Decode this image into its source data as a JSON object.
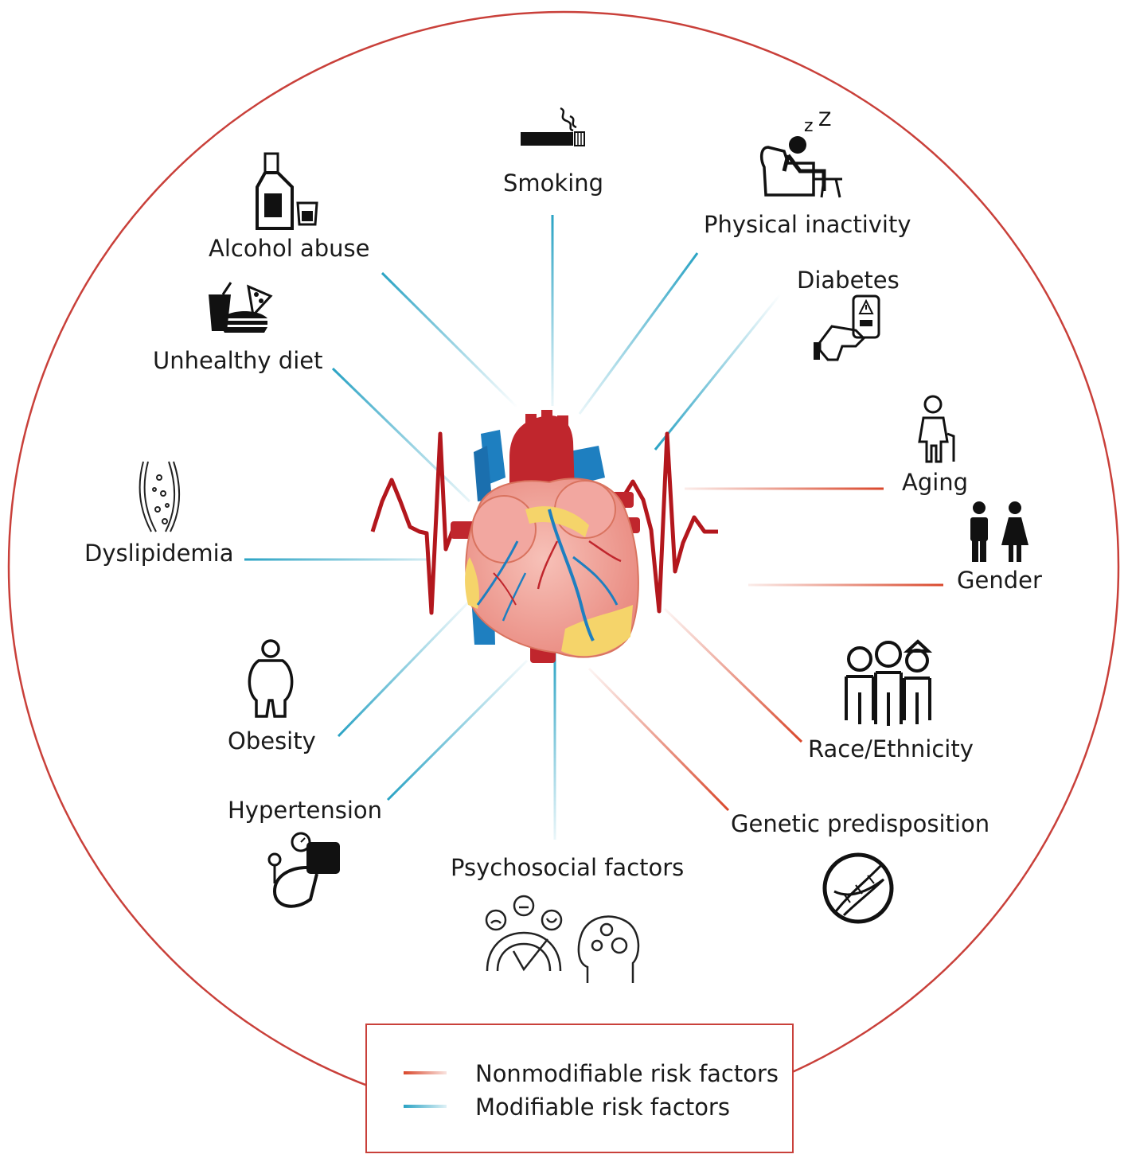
{
  "colors": {
    "modifiable": "#2aa3c4",
    "nonmodifiable": "#d9472b",
    "circle": "#c9403a",
    "heart_red": "#c0262d",
    "heart_blue": "#1e7fc0",
    "heart_pink": "#f2a7a0",
    "heart_fat": "#f5d46a",
    "ekg": "#b3171d"
  },
  "factors": {
    "smoking": {
      "label": "Smoking",
      "icon": "cigarette-icon",
      "type": "modifiable"
    },
    "physical_inactivity": {
      "label": "Physical inactivity",
      "icon": "sleeping-in-armchair-icon",
      "type": "modifiable"
    },
    "alcohol_abuse": {
      "label": "Alcohol abuse",
      "icon": "bottle-and-glass-icon",
      "type": "modifiable"
    },
    "diabetes": {
      "label": "Diabetes",
      "icon": "glucose-meter-icon",
      "type": "modifiable"
    },
    "unhealthy_diet": {
      "label": "Unhealthy diet",
      "icon": "fast-food-icon",
      "type": "modifiable"
    },
    "aging": {
      "label": "Aging",
      "icon": "elderly-person-icon",
      "type": "nonmodifiable"
    },
    "gender": {
      "label": "Gender",
      "icon": "male-female-icon",
      "type": "nonmodifiable"
    },
    "dyslipidemia": {
      "label": "Dyslipidemia",
      "icon": "blood-vessel-plaque-icon",
      "type": "modifiable"
    },
    "obesity": {
      "label": "Obesity",
      "icon": "obese-person-icon",
      "type": "modifiable"
    },
    "race_ethnicity": {
      "label": "Race/Ethnicity",
      "icon": "diverse-people-icon",
      "type": "nonmodifiable"
    },
    "hypertension": {
      "label": "Hypertension",
      "icon": "blood-pressure-cuff-icon",
      "type": "modifiable"
    },
    "genetic_predisposition": {
      "label": "Genetic predisposition",
      "icon": "dna-icon",
      "type": "nonmodifiable"
    },
    "psychosocial_factors": {
      "label": "Psychosocial factors",
      "icon": "mood-meter-and-mind-icon",
      "type": "modifiable"
    }
  },
  "legend": {
    "nonmodifiable": "Nonmodifiable risk factors",
    "modifiable": "Modifiable risk factors"
  }
}
